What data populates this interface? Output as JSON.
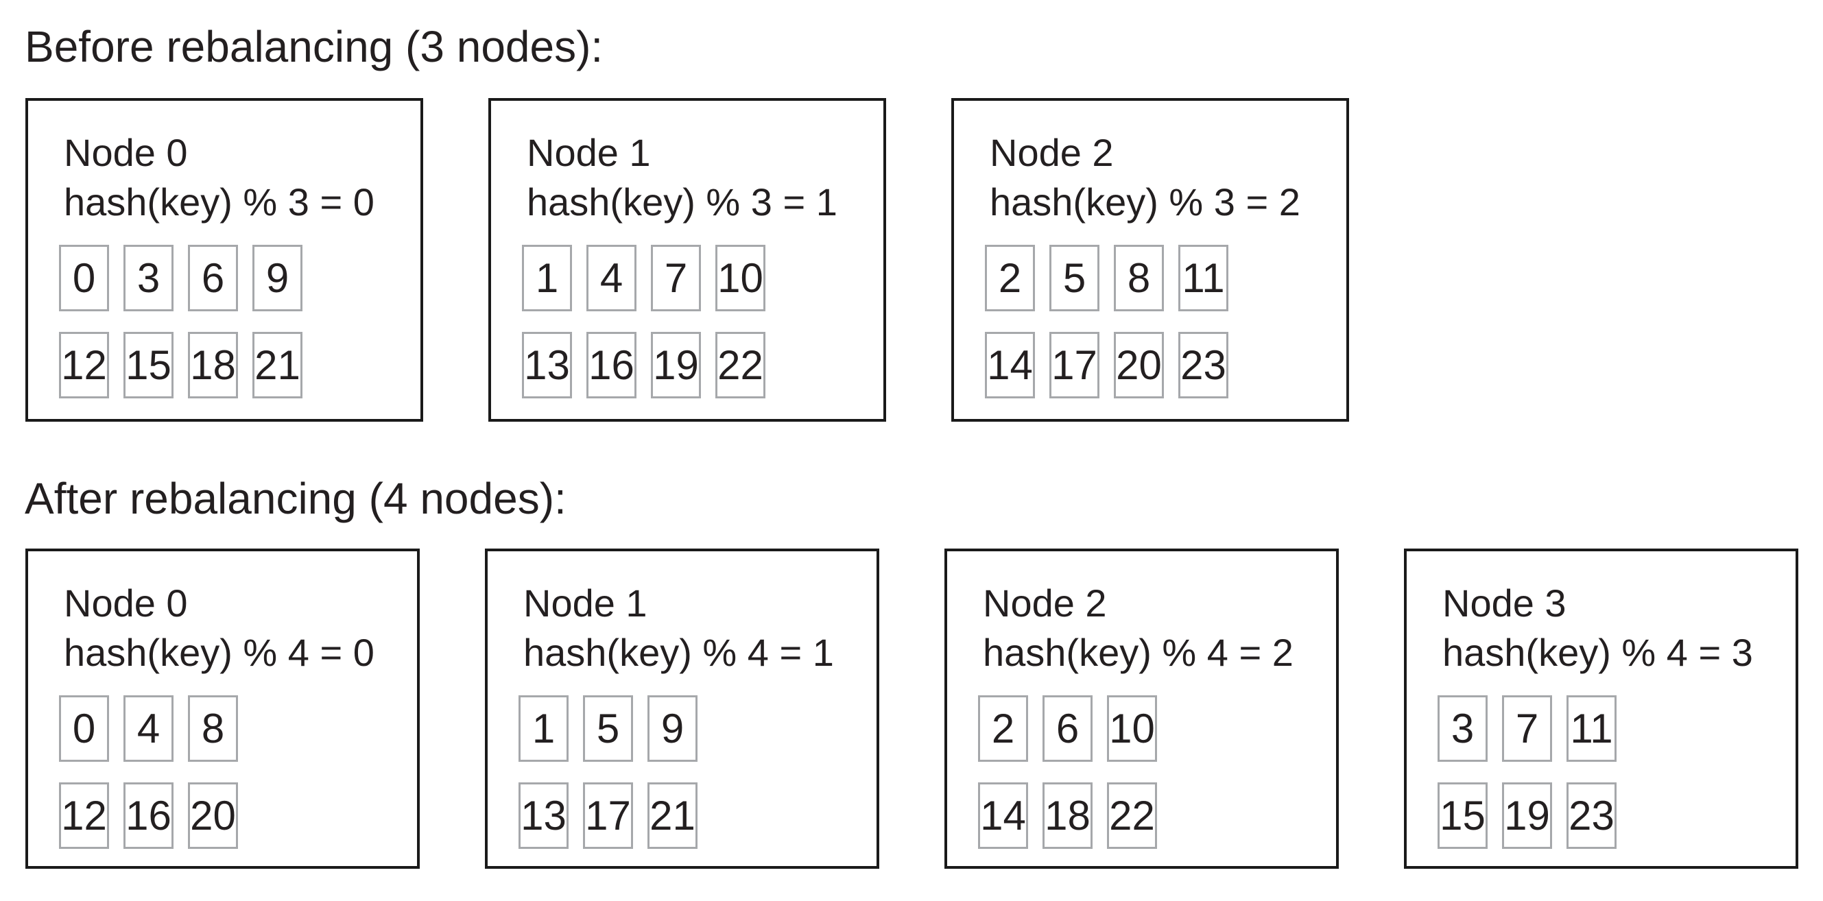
{
  "sections": [
    {
      "title": "Before rebalancing (3 nodes):",
      "nodes": [
        {
          "label": "Node 0",
          "rule": "hash(key) % 3 = 0",
          "key_rows": [
            [
              "0",
              "3",
              "6",
              "9"
            ],
            [
              "12",
              "15",
              "18",
              "21"
            ]
          ]
        },
        {
          "label": "Node 1",
          "rule": "hash(key) % 3 = 1",
          "key_rows": [
            [
              "1",
              "4",
              "7",
              "10"
            ],
            [
              "13",
              "16",
              "19",
              "22"
            ]
          ]
        },
        {
          "label": "Node 2",
          "rule": "hash(key) % 3 = 2",
          "key_rows": [
            [
              "2",
              "5",
              "8",
              "11"
            ],
            [
              "14",
              "17",
              "20",
              "23"
            ]
          ]
        }
      ]
    },
    {
      "title": "After rebalancing (4 nodes):",
      "nodes": [
        {
          "label": "Node 0",
          "rule": "hash(key) % 4 = 0",
          "key_rows": [
            [
              "0",
              "4",
              "8"
            ],
            [
              "12",
              "16",
              "20"
            ]
          ]
        },
        {
          "label": "Node 1",
          "rule": "hash(key) % 4 = 1",
          "key_rows": [
            [
              "1",
              "5",
              "9"
            ],
            [
              "13",
              "17",
              "21"
            ]
          ]
        },
        {
          "label": "Node 2",
          "rule": "hash(key) % 4 = 2",
          "key_rows": [
            [
              "2",
              "6",
              "10"
            ],
            [
              "14",
              "18",
              "22"
            ]
          ]
        },
        {
          "label": "Node 3",
          "rule": "hash(key) % 4 = 3",
          "key_rows": [
            [
              "3",
              "7",
              "11"
            ],
            [
              "15",
              "19",
              "23"
            ]
          ]
        }
      ]
    }
  ],
  "colors": {
    "background": "#ffffff",
    "text": "#231f20",
    "node_border": "#1a1a1a",
    "cell_border": "#a6a8ab"
  }
}
